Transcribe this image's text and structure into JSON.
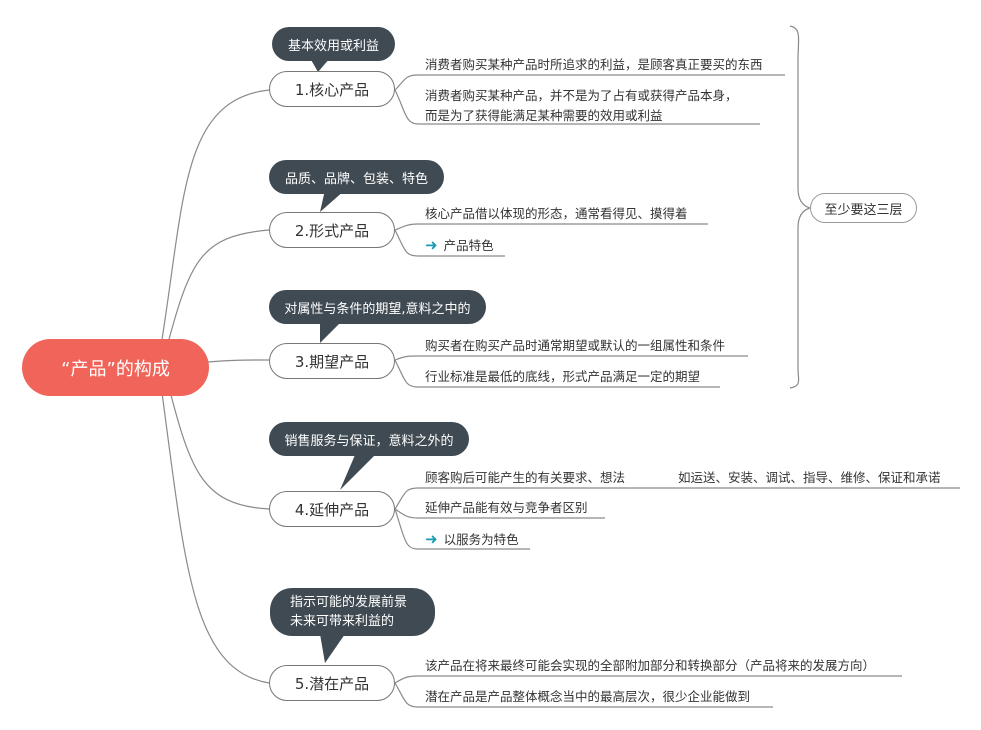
{
  "root": {
    "label": "“产品”的构成"
  },
  "branches": [
    {
      "label": "1.核心产品",
      "callout": [
        "基本效用或利益"
      ],
      "leaves": [
        [
          "消费者购买某种产品时所追求的利益，是顾客真正要买的东西"
        ],
        [
          "消费者购买某种产品，并不是为了占有或获得产品本身，",
          "而是为了获得能满足某种需要的效用或利益"
        ]
      ]
    },
    {
      "label": "2.形式产品",
      "callout": [
        "品质、品牌、包装、特色"
      ],
      "leaves": [
        [
          "核心产品借以体现的形态，通常看得见、摸得着"
        ],
        [
          "产品特色"
        ]
      ]
    },
    {
      "label": "3.期望产品",
      "callout": [
        "对属性与条件的期望,意料之中的"
      ],
      "leaves": [
        [
          "购买者在购买产品时通常期望或默认的一组属性和条件"
        ],
        [
          "行业标准是最低的底线，形式产品满足一定的期望"
        ]
      ]
    },
    {
      "label": "4.延伸产品",
      "callout": [
        "销售服务与保证，意料之外的"
      ],
      "leaves": [
        [
          "顾客购后可能产生的有关要求、想法"
        ],
        [
          "延伸产品能有效与竞争者区别"
        ],
        [
          "以服务为特色"
        ]
      ],
      "subleaf": "如运送、安装、调试、指导、维修、保证和承诺"
    },
    {
      "label": "5.潜在产品",
      "callout": [
        "指示可能的发展前景",
        "未来可带来利益的"
      ],
      "leaves": [
        [
          "该产品在将来最终可能会实现的全部附加部分和转换部分（产品将来的发展方向）"
        ],
        [
          "潜在产品是产品整体概念当中的最高层次，很少企业能做到"
        ]
      ]
    }
  ],
  "summary": {
    "label": "至少要这三层"
  },
  "colors": {
    "root": "#f0645a",
    "callout": "#3f4a52",
    "arrow": "#1a9bb0",
    "line": "#8a8a8a"
  },
  "icons": {
    "arrow": "right-arrow-icon"
  }
}
